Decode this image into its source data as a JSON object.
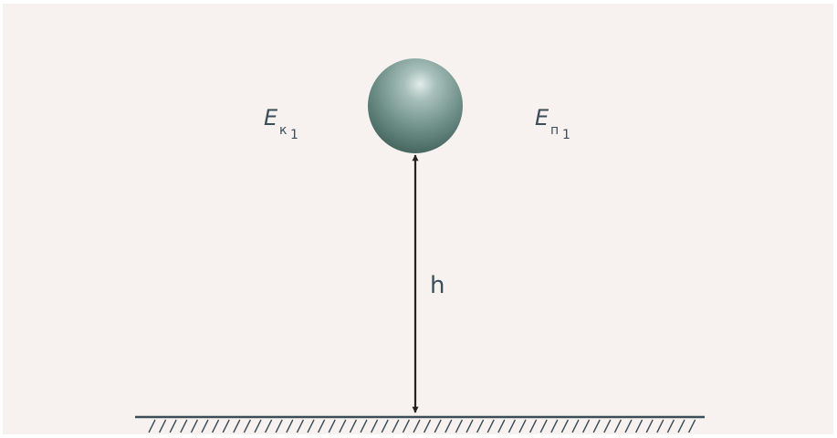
{
  "diagram": {
    "kinetic_energy_label": {
      "symbol": "E",
      "subscript_letter": "к",
      "subscript_index": "1"
    },
    "potential_energy_label": {
      "symbol": "E",
      "subscript_letter": "п",
      "subscript_index": "1"
    },
    "height_label": "h",
    "colors": {
      "background": "#f7f2ef",
      "ball_main": "#6f9088",
      "ball_highlight": "#d4e3e0",
      "ball_shadow": "#3f5f58",
      "arrow": "#222222",
      "ground": "#3a4d59",
      "text": "#3a4d59"
    }
  }
}
